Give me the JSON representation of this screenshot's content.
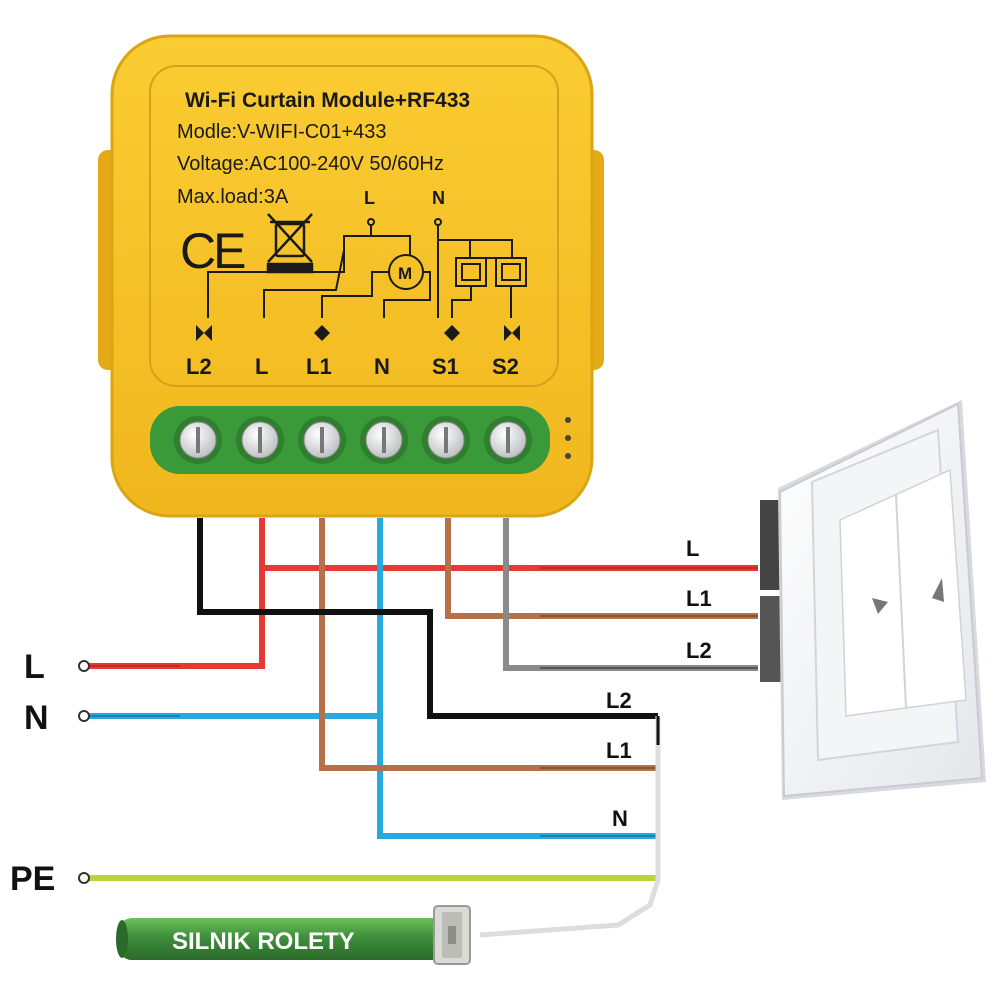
{
  "module": {
    "title": "Wi-Fi Curtain Module+RF433",
    "model": "Modle:V-WIFI-C01+433",
    "voltage": "Voltage:AC100-240V 50/60Hz",
    "max_load": "Max.load:3A",
    "ce_mark": "CE",
    "schematic_top_l": "L",
    "schematic_top_n": "N",
    "motor_symbol": "M",
    "terminals": [
      "L2",
      "L",
      "L1",
      "N",
      "S1",
      "S2"
    ],
    "colors": {
      "body": "#f5c025",
      "body_edge": "#d9a514",
      "terminal_block": "#3a9a3a"
    }
  },
  "wiring": {
    "supply_l": "L",
    "supply_n": "N",
    "supply_pe": "PE",
    "switch_l": "L",
    "switch_l1": "L1",
    "switch_l2": "L2",
    "motor_l2": "L2",
    "motor_l1": "L1",
    "motor_n": "N",
    "colors": {
      "live": "#e53935",
      "neutral": "#29a8e0",
      "brown": "#b5724a",
      "black": "#111111",
      "grey": "#8a8a8a",
      "pe": "#b8d43a"
    }
  },
  "motor": {
    "label": "SILNIK ROLETY",
    "color": "#3f8f3c"
  },
  "switch": {
    "icon": "double-rocker-switch-icon"
  }
}
